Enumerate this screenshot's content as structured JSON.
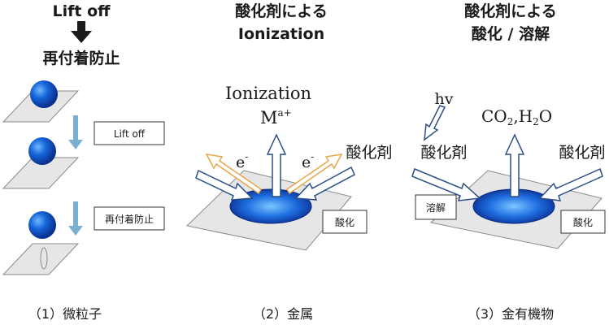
{
  "panel1": {
    "title_line1": "Lift off",
    "title_line2": "再付着防止",
    "box1_label": "Lift off",
    "box2_label": "再付着防止",
    "caption": "（1）微粒子"
  },
  "panel2": {
    "title_line1": "酸化剤による",
    "title_line2": "Ionization",
    "ionization_label": "Ionization",
    "ion_label": "M",
    "ion_charge": "a+",
    "electron_left": "e",
    "electron_right": "e",
    "electron_sign": "-",
    "oxidant_label": "酸化剤",
    "box_label": "酸化",
    "caption": "（2）金属"
  },
  "panel3": {
    "title_line1": "酸化剤による",
    "title_line2": "酸化 / 溶解",
    "light_label": "hv",
    "product_co": "CO",
    "product_sub2a": "2",
    "product_comma_h": ",H",
    "product_sub2b": "2",
    "product_o": "O",
    "oxidant_left": "酸化剤",
    "oxidant_right": "酸化剤",
    "box_dissolve": "溶解",
    "box_oxidize": "酸化",
    "caption": "（3）金有機物"
  },
  "colors": {
    "arrow_blue": "#2a4e86",
    "arrow_orange": "#e8a64a",
    "down_arrow": "#7bafd1",
    "plate_fill": "#e6e6e6",
    "plate_stroke": "#8a8a8a"
  }
}
